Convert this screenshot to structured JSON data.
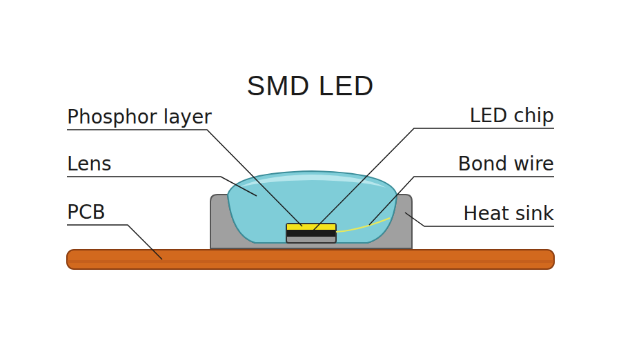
{
  "diagram": {
    "title": "SMD LED",
    "labels": [
      "Phosphor layer",
      "Lens",
      "PCB",
      "LED chip",
      "Bond wire",
      "Heat sink"
    ]
  }
}
